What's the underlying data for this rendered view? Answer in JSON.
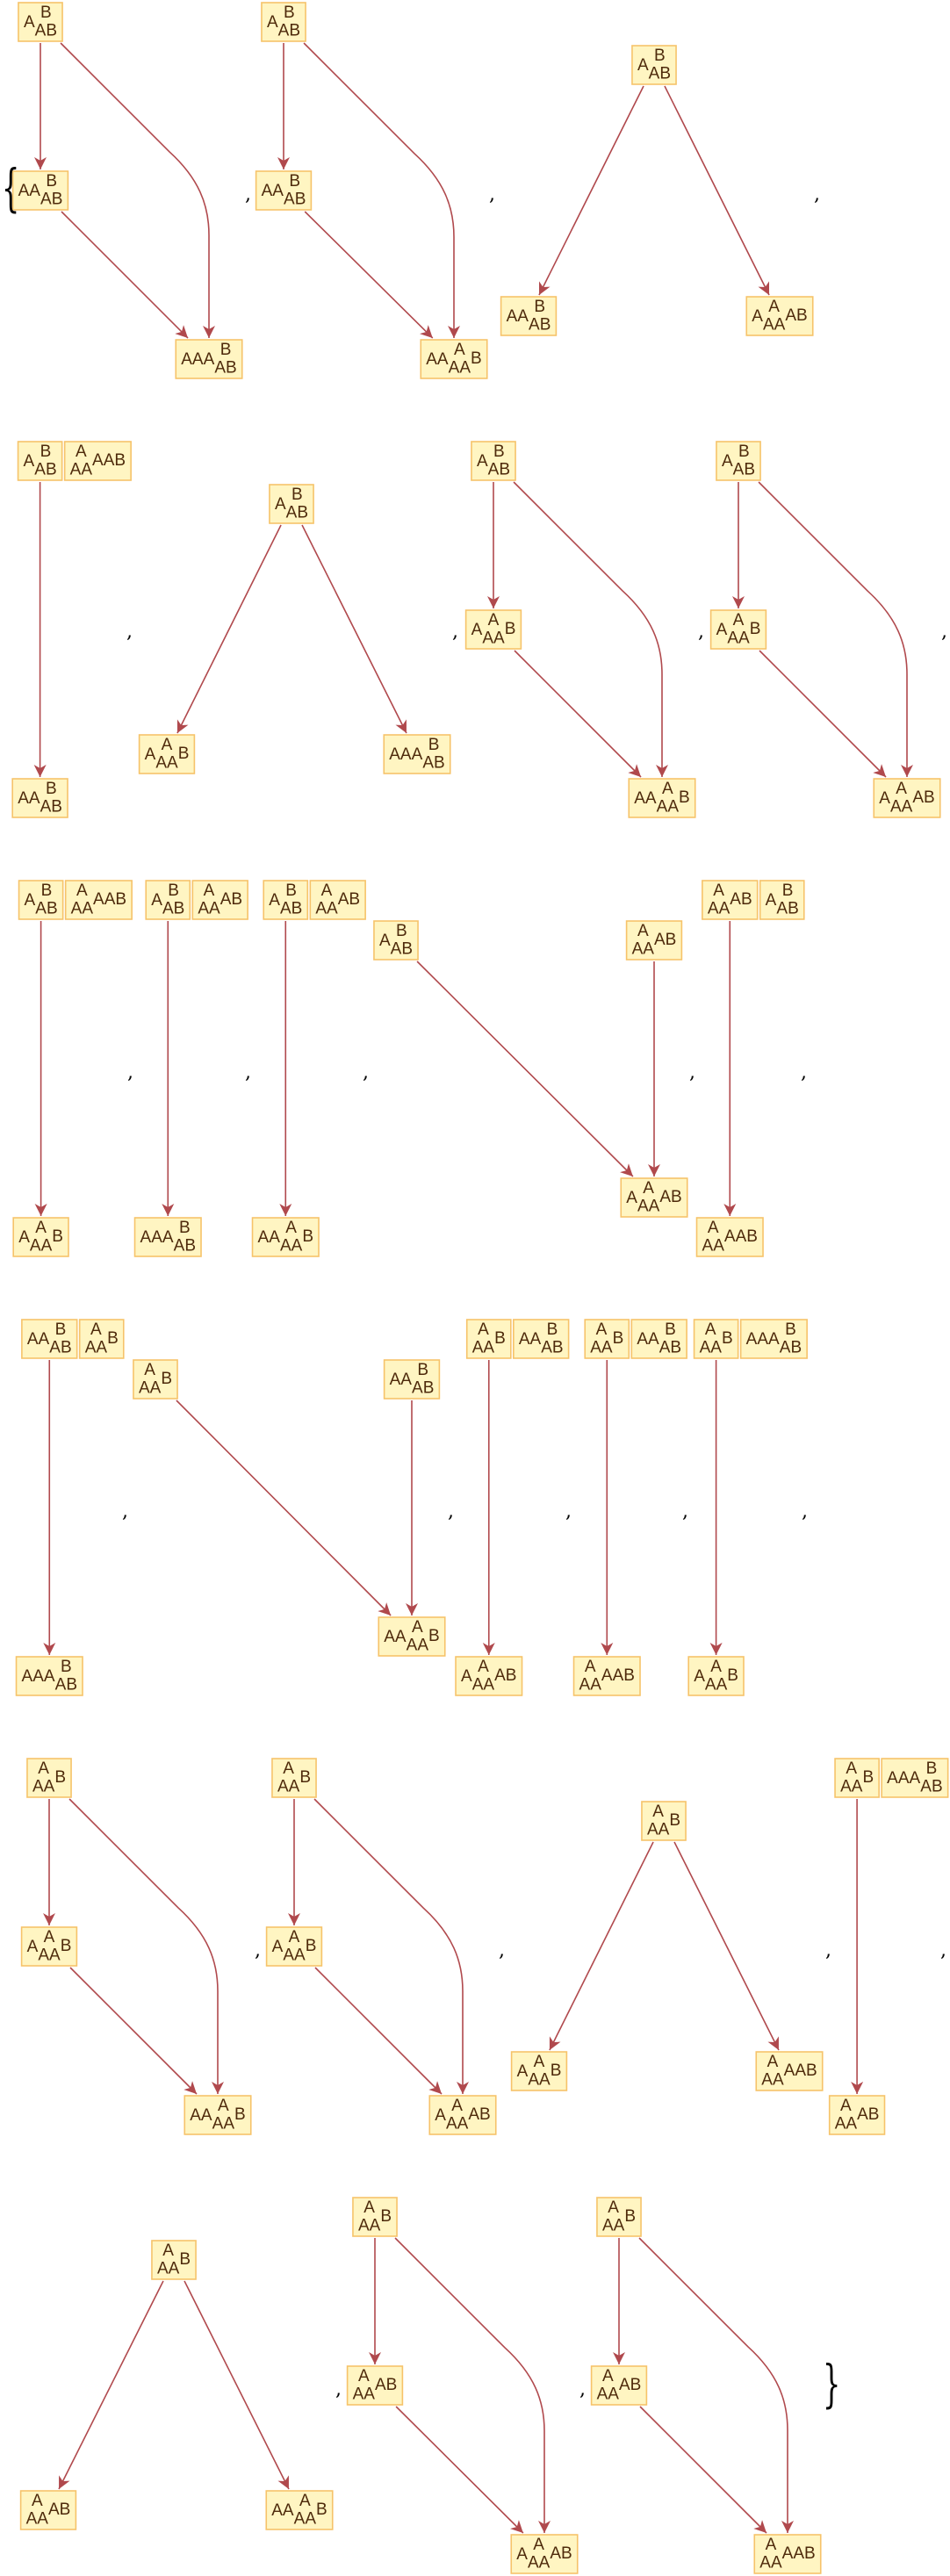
{
  "list": {
    "open_bracket": "{",
    "close_bracket": "}",
    "separator": ","
  },
  "colors": {
    "node_fill": "#fff5c2",
    "node_stroke": "#f6c36a",
    "label_text": "#4e2a0b",
    "edge": "#b0494d"
  },
  "graphs": [
    {
      "nodes": [
        {
          "pre": "A",
          "sup": "B",
          "sub": "AB",
          "post": ""
        },
        {
          "pre": "AA",
          "sup": "B",
          "sub": "AB",
          "post": ""
        },
        {
          "pre": "AAA",
          "sup": "B",
          "sub": "AB",
          "post": ""
        }
      ],
      "edges": [
        [
          0,
          1
        ],
        [
          1,
          2
        ],
        [
          0,
          2
        ]
      ]
    },
    {
      "nodes": [
        {
          "pre": "A",
          "sup": "B",
          "sub": "AB",
          "post": ""
        },
        {
          "pre": "AA",
          "sup": "B",
          "sub": "AB",
          "post": ""
        },
        {
          "pre": "AA",
          "sup": "A",
          "sub": "AA",
          "post": "B"
        }
      ],
      "edges": [
        [
          0,
          1
        ],
        [
          1,
          2
        ],
        [
          0,
          2
        ]
      ]
    },
    {
      "nodes": [
        {
          "pre": "A",
          "sup": "B",
          "sub": "AB",
          "post": ""
        },
        {
          "pre": "AA",
          "sup": "B",
          "sub": "AB",
          "post": ""
        },
        {
          "pre": "A",
          "sup": "A",
          "sub": "AA",
          "post": "AB"
        }
      ],
      "edges": [
        [
          0,
          1
        ],
        [
          0,
          2
        ]
      ]
    },
    {
      "nodes": [
        {
          "pre": "A",
          "sup": "B",
          "sub": "AB",
          "post": ""
        },
        {
          "pre": "",
          "sup": "A",
          "sub": "AA",
          "post": "AAB"
        },
        {
          "pre": "AA",
          "sup": "B",
          "sub": "AB",
          "post": ""
        }
      ],
      "edges": [
        [
          0,
          2
        ]
      ]
    },
    {
      "nodes": [
        {
          "pre": "A",
          "sup": "B",
          "sub": "AB",
          "post": ""
        },
        {
          "pre": "A",
          "sup": "A",
          "sub": "AA",
          "post": "B"
        },
        {
          "pre": "AAA",
          "sup": "B",
          "sub": "AB",
          "post": ""
        }
      ],
      "edges": [
        [
          0,
          1
        ],
        [
          0,
          2
        ]
      ]
    },
    {
      "nodes": [
        {
          "pre": "A",
          "sup": "B",
          "sub": "AB",
          "post": ""
        },
        {
          "pre": "A",
          "sup": "A",
          "sub": "AA",
          "post": "B"
        },
        {
          "pre": "AA",
          "sup": "A",
          "sub": "AA",
          "post": "B"
        }
      ],
      "edges": [
        [
          0,
          1
        ],
        [
          1,
          2
        ],
        [
          0,
          2
        ]
      ]
    },
    {
      "nodes": [
        {
          "pre": "A",
          "sup": "B",
          "sub": "AB",
          "post": ""
        },
        {
          "pre": "A",
          "sup": "A",
          "sub": "AA",
          "post": "B"
        },
        {
          "pre": "A",
          "sup": "A",
          "sub": "AA",
          "post": "AB"
        }
      ],
      "edges": [
        [
          0,
          1
        ],
        [
          1,
          2
        ],
        [
          0,
          2
        ]
      ]
    },
    {
      "nodes": [
        {
          "pre": "A",
          "sup": "B",
          "sub": "AB",
          "post": ""
        },
        {
          "pre": "",
          "sup": "A",
          "sub": "AA",
          "post": "AAB"
        },
        {
          "pre": "A",
          "sup": "A",
          "sub": "AA",
          "post": "B"
        }
      ],
      "edges": [
        [
          0,
          2
        ]
      ]
    },
    {
      "nodes": [
        {
          "pre": "A",
          "sup": "B",
          "sub": "AB",
          "post": ""
        },
        {
          "pre": "",
          "sup": "A",
          "sub": "AA",
          "post": "AB"
        },
        {
          "pre": "AAA",
          "sup": "B",
          "sub": "AB",
          "post": ""
        }
      ],
      "edges": [
        [
          0,
          2
        ]
      ]
    },
    {
      "nodes": [
        {
          "pre": "A",
          "sup": "B",
          "sub": "AB",
          "post": ""
        },
        {
          "pre": "",
          "sup": "A",
          "sub": "AA",
          "post": "AB"
        },
        {
          "pre": "AA",
          "sup": "A",
          "sub": "AA",
          "post": "B"
        }
      ],
      "edges": [
        [
          0,
          2
        ]
      ]
    },
    {
      "nodes": [
        {
          "pre": "A",
          "sup": "B",
          "sub": "AB",
          "post": ""
        },
        {
          "pre": "",
          "sup": "A",
          "sub": "AA",
          "post": "AB"
        },
        {
          "pre": "A",
          "sup": "A",
          "sub": "AA",
          "post": "AB"
        }
      ],
      "edges": [
        [
          0,
          2
        ],
        [
          1,
          2
        ]
      ]
    },
    {
      "nodes": [
        {
          "pre": "",
          "sup": "A",
          "sub": "AA",
          "post": "AB"
        },
        {
          "pre": "A",
          "sup": "B",
          "sub": "AB",
          "post": ""
        },
        {
          "pre": "",
          "sup": "A",
          "sub": "AA",
          "post": "AAB"
        }
      ],
      "edges": [
        [
          0,
          2
        ]
      ]
    },
    {
      "nodes": [
        {
          "pre": "AA",
          "sup": "B",
          "sub": "AB",
          "post": ""
        },
        {
          "pre": "",
          "sup": "A",
          "sub": "AA",
          "post": "B"
        },
        {
          "pre": "AAA",
          "sup": "B",
          "sub": "AB",
          "post": ""
        }
      ],
      "edges": [
        [
          0,
          2
        ]
      ]
    },
    {
      "nodes": [
        {
          "pre": "",
          "sup": "A",
          "sub": "AA",
          "post": "B"
        },
        {
          "pre": "AA",
          "sup": "B",
          "sub": "AB",
          "post": ""
        },
        {
          "pre": "AA",
          "sup": "A",
          "sub": "AA",
          "post": "B"
        }
      ],
      "edges": [
        [
          0,
          2
        ],
        [
          1,
          2
        ]
      ]
    },
    {
      "nodes": [
        {
          "pre": "",
          "sup": "A",
          "sub": "AA",
          "post": "B"
        },
        {
          "pre": "AA",
          "sup": "B",
          "sub": "AB",
          "post": ""
        },
        {
          "pre": "A",
          "sup": "A",
          "sub": "AA",
          "post": "AB"
        }
      ],
      "edges": [
        [
          0,
          2
        ]
      ]
    },
    {
      "nodes": [
        {
          "pre": "",
          "sup": "A",
          "sub": "AA",
          "post": "B"
        },
        {
          "pre": "AA",
          "sup": "B",
          "sub": "AB",
          "post": ""
        },
        {
          "pre": "",
          "sup": "A",
          "sub": "AA",
          "post": "AAB"
        }
      ],
      "edges": [
        [
          0,
          2
        ]
      ]
    },
    {
      "nodes": [
        {
          "pre": "",
          "sup": "A",
          "sub": "AA",
          "post": "B"
        },
        {
          "pre": "AAA",
          "sup": "B",
          "sub": "AB",
          "post": ""
        },
        {
          "pre": "A",
          "sup": "A",
          "sub": "AA",
          "post": "B"
        }
      ],
      "edges": [
        [
          0,
          2
        ]
      ]
    },
    {
      "nodes": [
        {
          "pre": "",
          "sup": "A",
          "sub": "AA",
          "post": "B"
        },
        {
          "pre": "A",
          "sup": "A",
          "sub": "AA",
          "post": "B"
        },
        {
          "pre": "AA",
          "sup": "A",
          "sub": "AA",
          "post": "B"
        }
      ],
      "edges": [
        [
          0,
          1
        ],
        [
          1,
          2
        ],
        [
          0,
          2
        ]
      ]
    },
    {
      "nodes": [
        {
          "pre": "",
          "sup": "A",
          "sub": "AA",
          "post": "B"
        },
        {
          "pre": "A",
          "sup": "A",
          "sub": "AA",
          "post": "B"
        },
        {
          "pre": "A",
          "sup": "A",
          "sub": "AA",
          "post": "AB"
        }
      ],
      "edges": [
        [
          0,
          1
        ],
        [
          1,
          2
        ],
        [
          0,
          2
        ]
      ]
    },
    {
      "nodes": [
        {
          "pre": "",
          "sup": "A",
          "sub": "AA",
          "post": "B"
        },
        {
          "pre": "A",
          "sup": "A",
          "sub": "AA",
          "post": "B"
        },
        {
          "pre": "",
          "sup": "A",
          "sub": "AA",
          "post": "AAB"
        }
      ],
      "edges": [
        [
          0,
          1
        ],
        [
          0,
          2
        ]
      ]
    },
    {
      "nodes": [
        {
          "pre": "",
          "sup": "A",
          "sub": "AA",
          "post": "B"
        },
        {
          "pre": "AAA",
          "sup": "B",
          "sub": "AB",
          "post": ""
        },
        {
          "pre": "",
          "sup": "A",
          "sub": "AA",
          "post": "AB"
        }
      ],
      "edges": [
        [
          0,
          2
        ]
      ]
    },
    {
      "nodes": [
        {
          "pre": "",
          "sup": "A",
          "sub": "AA",
          "post": "B"
        },
        {
          "pre": "",
          "sup": "A",
          "sub": "AA",
          "post": "AB"
        },
        {
          "pre": "AA",
          "sup": "A",
          "sub": "AA",
          "post": "B"
        }
      ],
      "edges": [
        [
          0,
          1
        ],
        [
          0,
          2
        ]
      ]
    },
    {
      "nodes": [
        {
          "pre": "",
          "sup": "A",
          "sub": "AA",
          "post": "B"
        },
        {
          "pre": "",
          "sup": "A",
          "sub": "AA",
          "post": "AB"
        },
        {
          "pre": "A",
          "sup": "A",
          "sub": "AA",
          "post": "AB"
        }
      ],
      "edges": [
        [
          0,
          1
        ],
        [
          1,
          2
        ],
        [
          0,
          2
        ]
      ]
    },
    {
      "nodes": [
        {
          "pre": "",
          "sup": "A",
          "sub": "AA",
          "post": "B"
        },
        {
          "pre": "",
          "sup": "A",
          "sub": "AA",
          "post": "AB"
        },
        {
          "pre": "",
          "sup": "A",
          "sub": "AA",
          "post": "AAB"
        }
      ],
      "edges": [
        [
          0,
          1
        ],
        [
          1,
          2
        ],
        [
          0,
          2
        ]
      ]
    }
  ]
}
